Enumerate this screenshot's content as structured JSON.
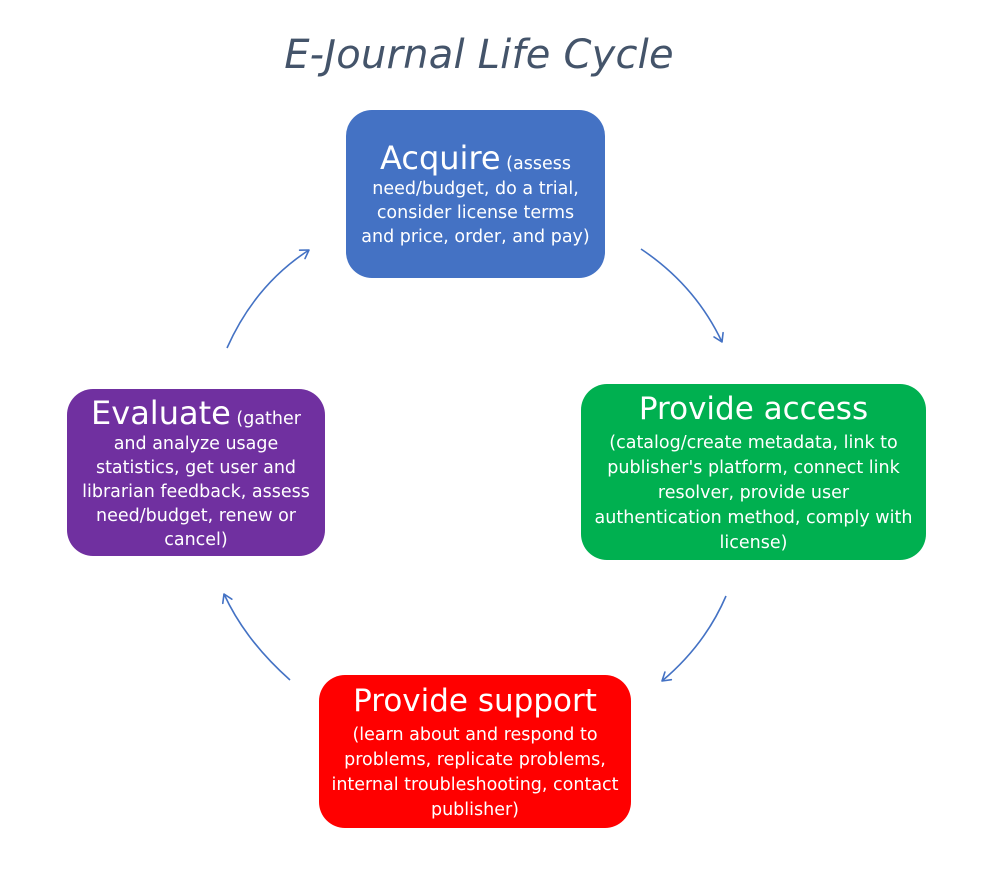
{
  "title": "E-Journal Life Cycle",
  "colors": {
    "title": "#44546a",
    "acquire": "#4472c4",
    "provide_access": "#00b050",
    "provide_support": "#ff0000",
    "evaluate": "#7030a0",
    "arrow": "#4472c4"
  },
  "stages": {
    "acquire": {
      "heading": "Acquire",
      "description": "(assess need/budget, do a trial, consider license terms and price, order, and pay)"
    },
    "provide_access": {
      "heading": "Provide access",
      "description": "(catalog/create metadata, link to publisher's platform, connect link resolver, provide user authentication method, comply with license)"
    },
    "provide_support": {
      "heading": "Provide support",
      "description": "(learn about and respond to problems, replicate problems, internal troubleshooting, contact publisher)"
    },
    "evaluate": {
      "heading": "Evaluate",
      "description": "(gather and analyze usage statistics, get user and librarian feedback, assess need/budget, renew or cancel)"
    }
  },
  "arrows": [
    {
      "from": "acquire",
      "to": "provide_access"
    },
    {
      "from": "provide_access",
      "to": "provide_support"
    },
    {
      "from": "provide_support",
      "to": "evaluate"
    },
    {
      "from": "evaluate",
      "to": "acquire"
    }
  ]
}
